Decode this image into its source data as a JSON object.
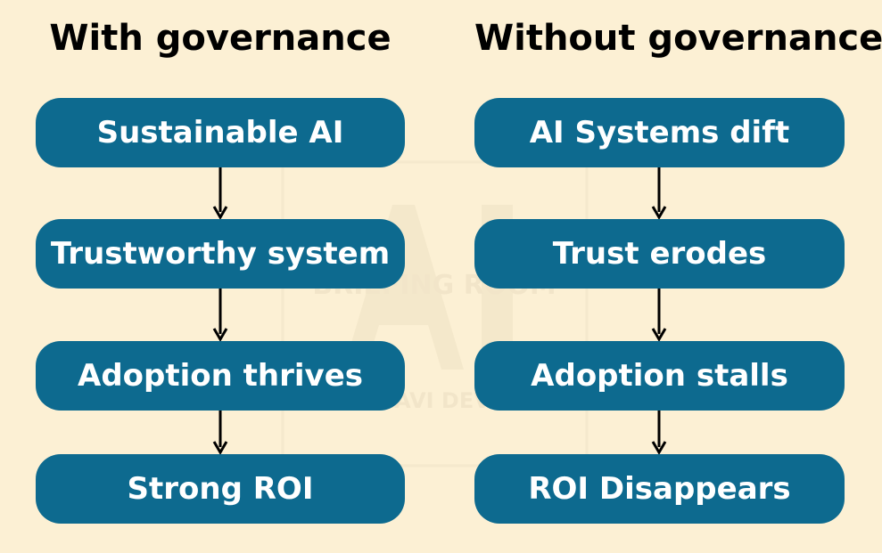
{
  "colors": {
    "background": "#fcf0d4",
    "box_fill": "#0d6a8f",
    "box_text": "#ffffff",
    "heading_text": "#000000",
    "arrow": "#000000"
  },
  "watermark": {
    "letters": "AI",
    "line1": "BRIEFING ROOM",
    "line2": "DR. PRAVI DEVINENI"
  },
  "left_column": {
    "heading": "With governance",
    "steps": [
      "Sustainable AI",
      "Trustworthy system",
      "Adoption thrives",
      "Strong ROI"
    ]
  },
  "right_column": {
    "heading": "Without governance",
    "steps": [
      "AI Systems dift",
      "Trust erodes",
      "Adoption stalls",
      "ROI Disappears"
    ]
  }
}
